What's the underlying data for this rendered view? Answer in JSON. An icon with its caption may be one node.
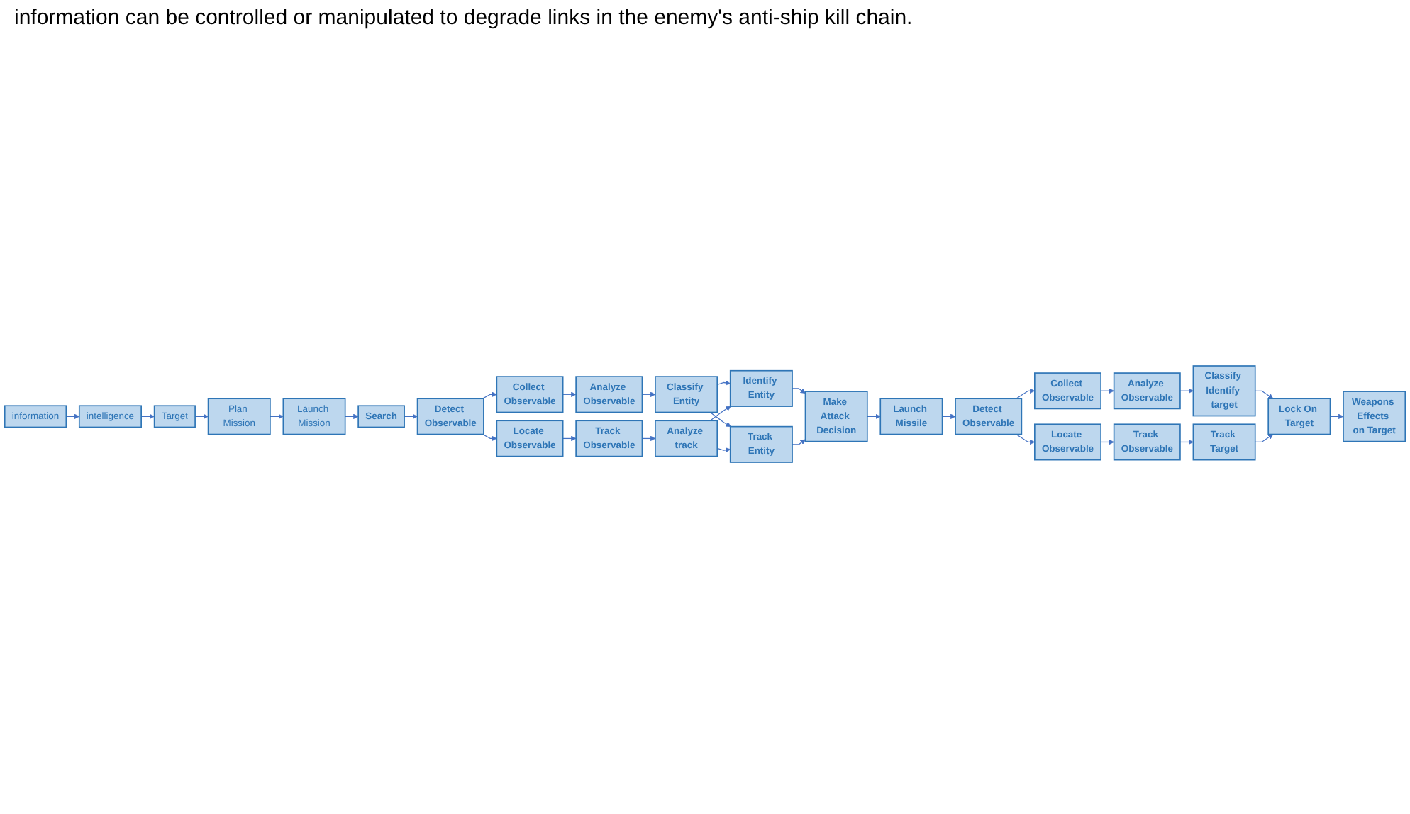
{
  "diagram": {
    "nodes": [
      {
        "text": [
          "information"
        ]
      },
      {
        "text": [
          "intelligence"
        ]
      },
      {
        "text": [
          "Target"
        ]
      },
      {
        "text": [
          "Plan Mission"
        ]
      },
      {
        "text": [
          "Launch Mission"
        ]
      },
      {
        "text": [
          "Search"
        ]
      },
      {
        "text": [
          "Detect Observable"
        ]
      },
      {
        "text": [
          "Collect Observable"
        ]
      },
      {
        "text": [
          "Analyze Observable"
        ]
      },
      {
        "text": [
          "Classify Entity"
        ]
      },
      {
        "text": [
          "Locate Observable"
        ]
      },
      {
        "text": [
          "Track Observable"
        ]
      },
      {
        "text": [
          "Analyze track"
        ]
      },
      {
        "text": [
          "Identify Entity"
        ]
      },
      {
        "text": [
          "Track Entity"
        ]
      },
      {
        "text": [
          "Make Attack Decision"
        ]
      },
      {
        "text": [
          "Launch Missile"
        ]
      },
      {
        "text": [
          "Detect Observable"
        ]
      },
      {
        "text": [
          "Collect Observable"
        ]
      },
      {
        "text": [
          "Analyze Observable"
        ]
      },
      {
        "text": [
          "Classify Identify target"
        ]
      },
      {
        "text": [
          "Locate Observable"
        ]
      },
      {
        "text": [
          "Track Observable"
        ]
      },
      {
        "text": [
          "Track Target"
        ]
      },
      {
        "text": [
          "Lock On Target"
        ]
      },
      {
        "text": [
          "Weapons Effects on Target"
        ]
      }
    ],
    "edges": [
      {
        "from": 0,
        "to": 1,
        "arrow": "to"
      },
      {
        "from": 1,
        "to": 2,
        "arrow": "to"
      },
      {
        "from": 2,
        "to": 3,
        "arrow": "to"
      },
      {
        "from": 3,
        "to": 4,
        "arrow": "to"
      },
      {
        "from": 4,
        "to": 5,
        "arrow": "to"
      },
      {
        "from": 5,
        "to": 6,
        "arrow": "to"
      },
      {
        "from": 6,
        "to": 7,
        "arrow": "to"
      },
      {
        "from": 6,
        "to": 10,
        "arrow": "to"
      },
      {
        "from": 7,
        "to": 8,
        "arrow": "to"
      },
      {
        "from": 8,
        "to": 9,
        "arrow": "to"
      },
      {
        "from": 10,
        "to": 11,
        "arrow": "to"
      },
      {
        "from": 11,
        "to": 12,
        "arrow": "to"
      },
      {
        "from": 9,
        "to": 13,
        "arrow": "to"
      },
      {
        "from": 9,
        "to": 14,
        "arrow": "to"
      },
      {
        "from": 12,
        "to": 13,
        "arrow": "to"
      },
      {
        "from": 12,
        "to": 14,
        "arrow": "to"
      },
      {
        "from": 13,
        "to": 15,
        "arrow": "to"
      },
      {
        "from": 14,
        "to": 15,
        "arrow": "to"
      },
      {
        "from": 15,
        "to": 16,
        "arrow": "to"
      },
      {
        "from": 16,
        "to": 17,
        "arrow": "to"
      },
      {
        "from": 17,
        "to": 18,
        "arrow": "to"
      },
      {
        "from": 17,
        "to": 21,
        "arrow": "to"
      },
      {
        "from": 18,
        "to": 19,
        "arrow": "to"
      },
      {
        "from": 19,
        "to": 20,
        "arrow": "to"
      },
      {
        "from": 21,
        "to": 22,
        "arrow": "to"
      },
      {
        "from": 22,
        "to": 23,
        "arrow": "to"
      },
      {
        "from": 20,
        "to": 24,
        "arrow": "to"
      },
      {
        "from": 23,
        "to": 24,
        "arrow": "to"
      },
      {
        "from": 24,
        "to": 25,
        "arrow": "to"
      }
    ],
    "labels": [
      "information can be controlled or manipulated to degrade links in the enemy's anti-ship kill chain."
    ]
  }
}
